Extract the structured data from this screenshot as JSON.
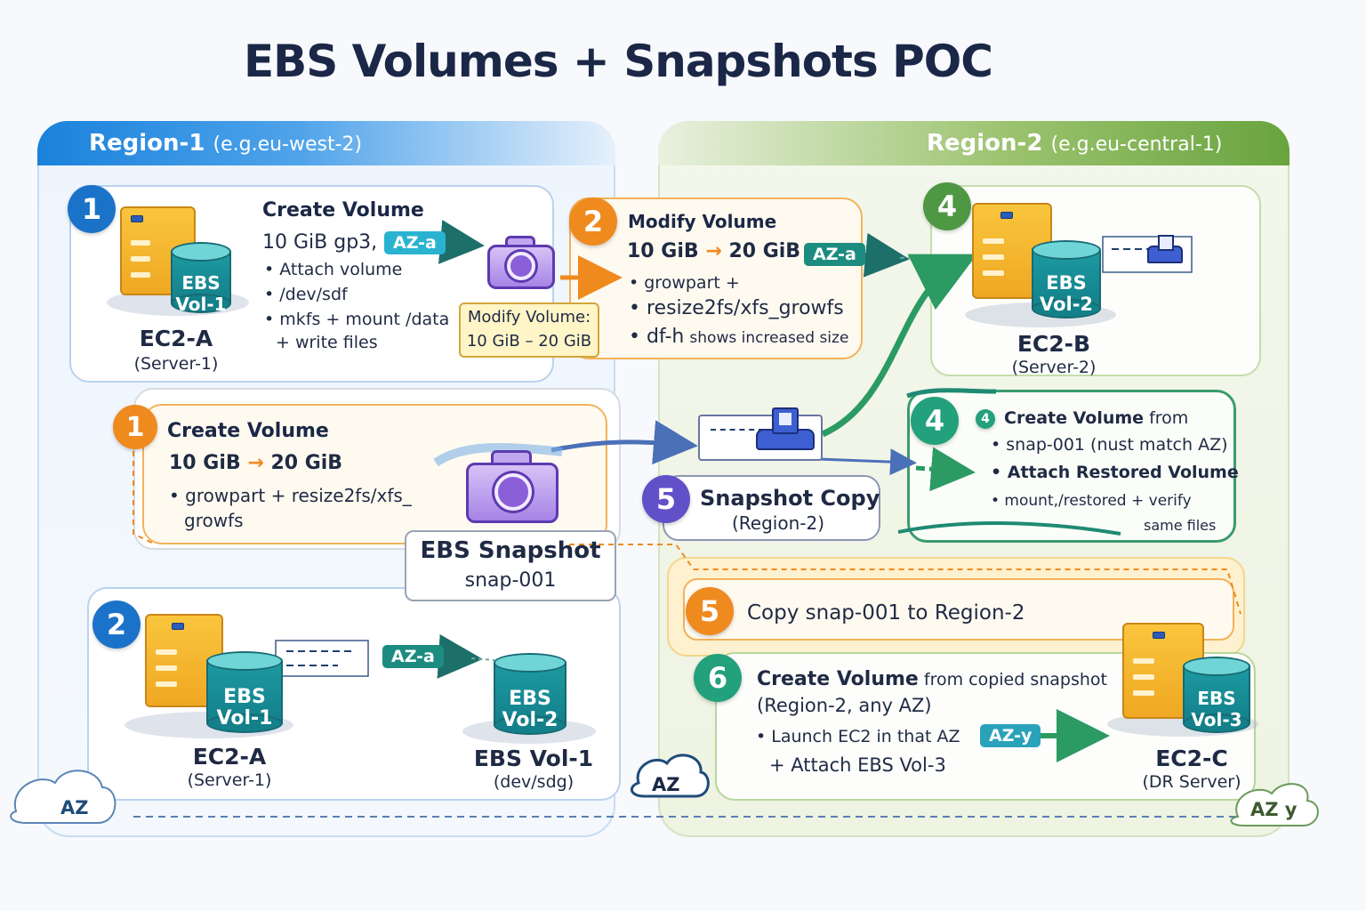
{
  "title": "EBS Volumes + Snapshots POC",
  "regions": {
    "r1": {
      "name": "Region-1",
      "sub": "(e.g.eu-west-2)"
    },
    "r2": {
      "name": "Region-2",
      "sub": "(e.g.eu-central-1)"
    }
  },
  "step1_top": {
    "num": "1",
    "heading": "Create Volume",
    "line1": "10 GiB gp3,",
    "az": "AZ-a",
    "bullets": [
      "• Attach volume",
      "• /dev/sdf",
      "• mkfs + mount /data",
      "+ write files"
    ],
    "ebs": [
      "EBS",
      "Vol-1"
    ],
    "server": "EC2-A",
    "server_sub": "(Server-1)"
  },
  "step2_top": {
    "num": "2",
    "heading": "Modify Volume",
    "from": "10 GiB",
    "to": "20 GiB",
    "az": "AZ-a",
    "bullets": [
      "• growpart +",
      "• resize2fs/xfs_growfs",
      "• df-h"
    ],
    "bullet3_tail": "shows increased size",
    "note": [
      "Modify Volume:",
      "10 GiB – 20 GiB"
    ]
  },
  "step1_mid": {
    "num": "1",
    "heading": "Create Volume",
    "from": "10 GiB",
    "to": "20 GiB",
    "bullets": [
      "• growpart + resize2fs/xfs_",
      "growfs"
    ]
  },
  "snapshot": {
    "title": "EBS Snapshot",
    "id": "snap-001"
  },
  "step5_copy": {
    "num": "5",
    "title": "Snapshot Copy",
    "sub": "(Region-2)"
  },
  "step2_bottom": {
    "num": "2",
    "ebs_a": [
      "EBS",
      "Vol-1"
    ],
    "ebs_b": [
      "EBS",
      "Vol-2"
    ],
    "az": "AZ-a",
    "server": "EC2-A",
    "server_sub": "(Server-1)",
    "vol": "EBS Vol-1",
    "vol_sub": "(dev/sdg)"
  },
  "step4_top": {
    "num": "4",
    "ebs": [
      "EBS",
      "Vol-2"
    ],
    "server": "EC2-B",
    "server_sub": "(Server-2)"
  },
  "step4_restore": {
    "num": "4",
    "small_num": "4",
    "heading": "Create Volume",
    "heading_tail": "from",
    "bullets": [
      "• snap-001 (nust match AZ)",
      "• Attach Restored Volume",
      "• mount,/restored + verify",
      "same files"
    ]
  },
  "step5_copy_banner": {
    "num": "5",
    "text": "Copy snap-001 to Region-2"
  },
  "step6": {
    "num": "6",
    "heading": "Create Volume",
    "heading_tail": "from copied snapshot",
    "line2": "(Region-2, any AZ)",
    "bullet1": "• Launch EC2 in that AZ",
    "bullet2": "+ Attach EBS Vol-3",
    "az": "AZ-y",
    "ebs": [
      "EBS",
      "Vol-3"
    ],
    "server": "EC2-C",
    "server_sub": "(DR Server)"
  },
  "az_clouds": {
    "left": "AZ",
    "middle": "AZ",
    "right": "AZ y"
  },
  "colors": {
    "region1": "#1a82db",
    "region2": "#69a43f",
    "orange": "#ef8a1f",
    "teal": "#1d8c80",
    "purple": "#6150c8"
  }
}
